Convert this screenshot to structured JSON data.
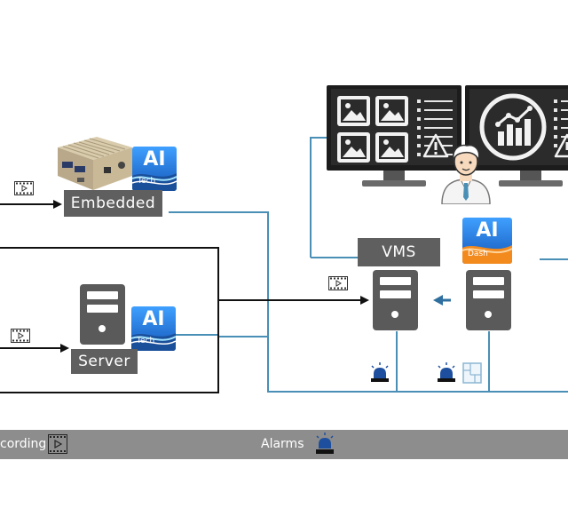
{
  "nodes": {
    "embedded_label": "Embedded",
    "server_label": "Server",
    "vms_label": "VMS"
  },
  "badges": {
    "ai_text": "AI",
    "tech_sub": "Tech",
    "dash_sub": "Dash"
  },
  "bottom_bar": {
    "recording_label": "cording",
    "alarms_label": "Alarms"
  },
  "colors": {
    "arrow_black": "#111111",
    "link_blue": "#4a8fb5",
    "label_grey": "#5f5f5f",
    "bar_grey": "#8d8d8d",
    "ai_blue": "#1e6fd0",
    "dash_orange": "#f28a1e",
    "alarm_blue": "#1d4f9e"
  },
  "icons": [
    "embedded-device-image",
    "video-clip-icon",
    "server-icon",
    "monitor-icon",
    "image-gallery-icon",
    "warning-icon",
    "analytics-chart-icon",
    "operator-avatar",
    "alarm-siren-icon",
    "floorplan-icon"
  ]
}
